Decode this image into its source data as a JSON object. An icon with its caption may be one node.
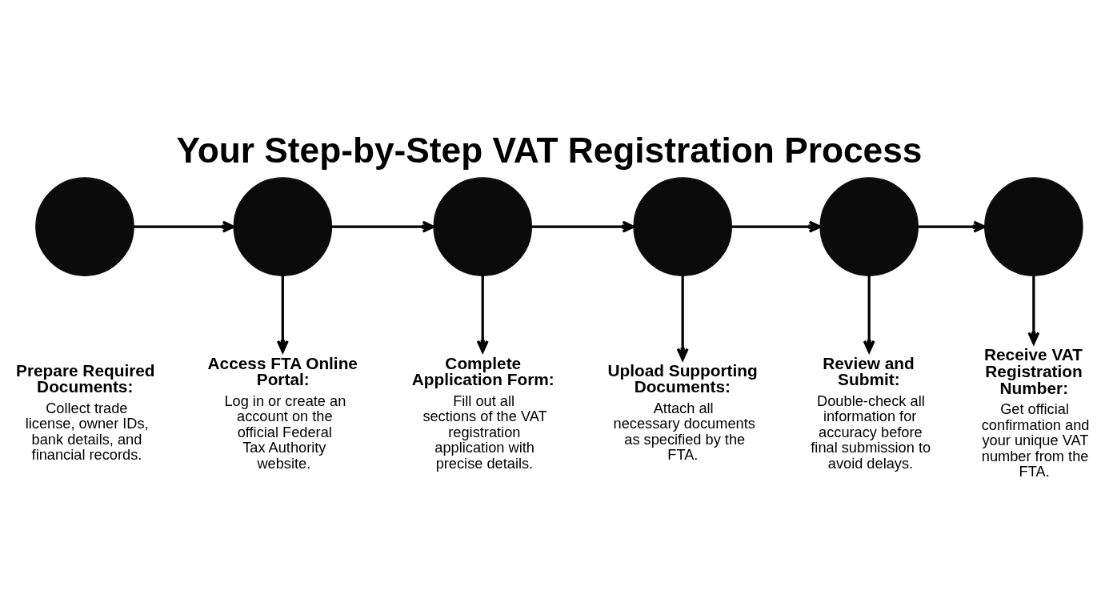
{
  "diagram": {
    "title": "Your Step-by-Step VAT Registration Process",
    "nodes": [
      {
        "text": [],
        "shape": "circle",
        "beside": [
          "Prepare Required Documents:",
          "Collect trade license, owner IDs, bank details, and financial records."
        ]
      },
      {
        "text": [],
        "shape": "circle"
      },
      {
        "text": [],
        "shape": "circle"
      },
      {
        "text": [],
        "shape": "circle"
      },
      {
        "text": [],
        "shape": "circle"
      },
      {
        "text": [],
        "shape": "circle"
      },
      {
        "text": [
          "Access FTA Online Portal:",
          "Log in or create an account on the official Federal Tax Authority website."
        ]
      },
      {
        "text": [
          "Complete Application Form:",
          "Fill out all sections of the VAT registration application with precise details."
        ]
      },
      {
        "text": [
          "Upload Supporting Documents:",
          "Attach all necessary documents as specified by the FTA."
        ]
      },
      {
        "text": [
          "Review and Submit:",
          "Double-check all information for accuracy before final submission to avoid delays."
        ]
      },
      {
        "text": [
          "Receive VAT Registration Number:",
          "Get official confirmation and your unique VAT number from the FTA."
        ]
      }
    ],
    "edges": [
      {
        "from": 0,
        "to": 1,
        "arrow": "to"
      },
      {
        "from": 1,
        "to": 2,
        "arrow": "to"
      },
      {
        "from": 2,
        "to": 3,
        "arrow": "to"
      },
      {
        "from": 3,
        "to": 4,
        "arrow": "to"
      },
      {
        "from": 4,
        "to": 5,
        "arrow": "to"
      },
      {
        "from": 1,
        "to": 6,
        "arrow": "to"
      },
      {
        "from": 2,
        "to": 7,
        "arrow": "to"
      },
      {
        "from": 3,
        "to": 8,
        "arrow": "to"
      },
      {
        "from": 4,
        "to": 9,
        "arrow": "to"
      },
      {
        "from": 5,
        "to": 10,
        "arrow": "to"
      }
    ]
  }
}
